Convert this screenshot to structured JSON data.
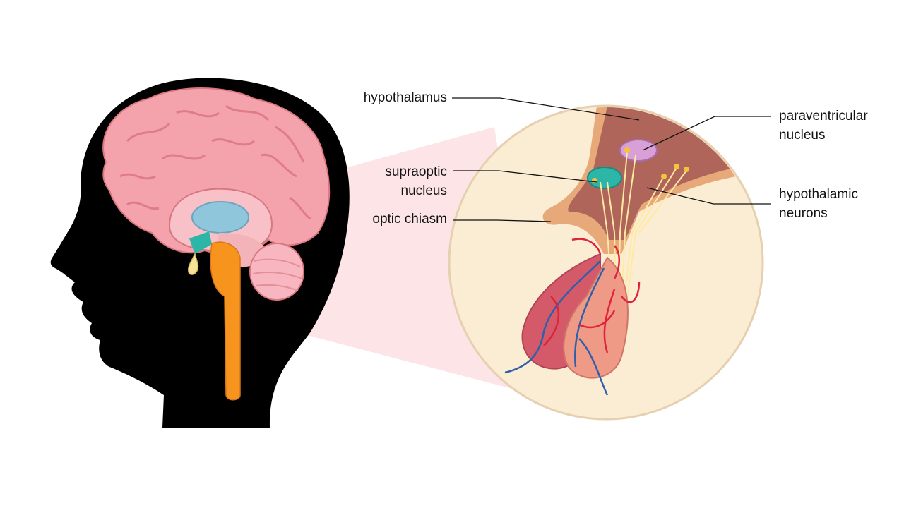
{
  "labels": {
    "hypothalamus": "hypothalamus",
    "paraventricular_1": "paraventricular",
    "paraventricular_2": "nucleus",
    "supraoptic_1": "supraoptic",
    "supraoptic_2": "nucleus",
    "hypothalamic_neurons_1": "hypothalamic",
    "hypothalamic_neurons_2": "neurons",
    "optic_chiasm": "optic chiasm"
  },
  "colors": {
    "head_silhouette": "#000000",
    "brain": "#f4a3ad",
    "ventricle": "#8fc6dc",
    "brainstem": "#f7941d",
    "zoom_circle_fill": "#fbedd3",
    "zoom_circle_stroke": "#e6d0b0",
    "zoom_cone": "#fadbe0",
    "hypothalamus_tissue": "#b0655a",
    "supraoptic_nucleus": "#2bb6a8",
    "paraventricular_nucleus": "#d9a0d8",
    "neurons": "#ffe9a3",
    "pituitary": "#e8756f",
    "artery": "#e0233a",
    "vein": "#2e5fa8"
  }
}
